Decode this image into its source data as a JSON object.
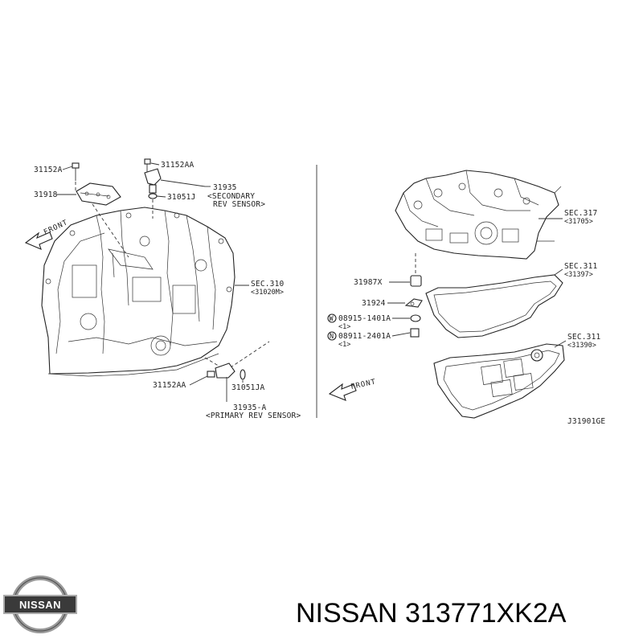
{
  "brand": {
    "logo_text": "NISSAN"
  },
  "title": "NISSAN 313771XK2A",
  "diagram_code": "J31901GE",
  "front_label": "FRONT",
  "left_labels": {
    "p31152A": "31152A",
    "p31918": "31918",
    "p31152AA_top": "31152AA",
    "p31935": "31935",
    "p31051J": "31051J",
    "secondary_sensor": "<SECONDARY",
    "rev_sensor": "REV SENSOR>",
    "sec310": "SEC.310",
    "sec310_sub": "<31020M>",
    "p31152AA_bottom": "31152AA",
    "p31051JA": "31051JA",
    "p31935A": "31935-A",
    "primary_sensor": "<PRIMARY REV SENSOR>"
  },
  "right_labels": {
    "sec317": "SEC.317",
    "sec317_sub": "<31705>",
    "sec311a": "SEC.311",
    "sec311a_sub": "<31397>",
    "p31987X": "31987X",
    "p31924": "31924",
    "bolt1": "08915-1401A",
    "bolt1_qty": "<1>",
    "bolt2": "08911-2401A",
    "bolt2_qty": "<1>",
    "sec311b": "SEC.311",
    "sec311b_sub": "<31390>"
  }
}
